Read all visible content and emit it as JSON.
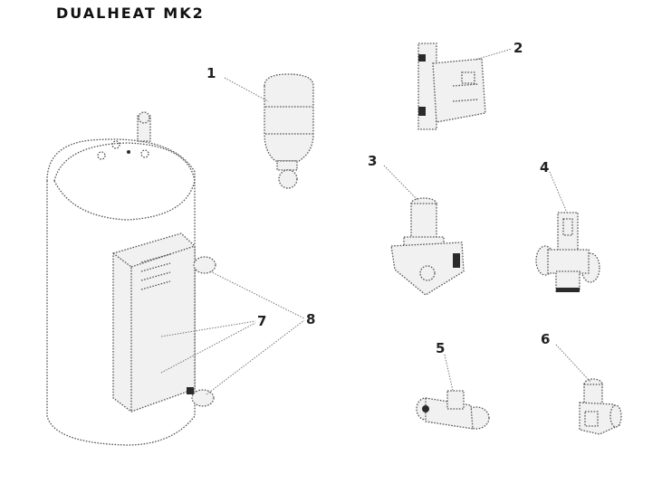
{
  "title": "DUALHEAT MK2",
  "callouts": {
    "c1": "1",
    "c2": "2",
    "c3": "3",
    "c4": "4",
    "c5": "5",
    "c6": "6",
    "c7": "7",
    "c8": "8"
  }
}
